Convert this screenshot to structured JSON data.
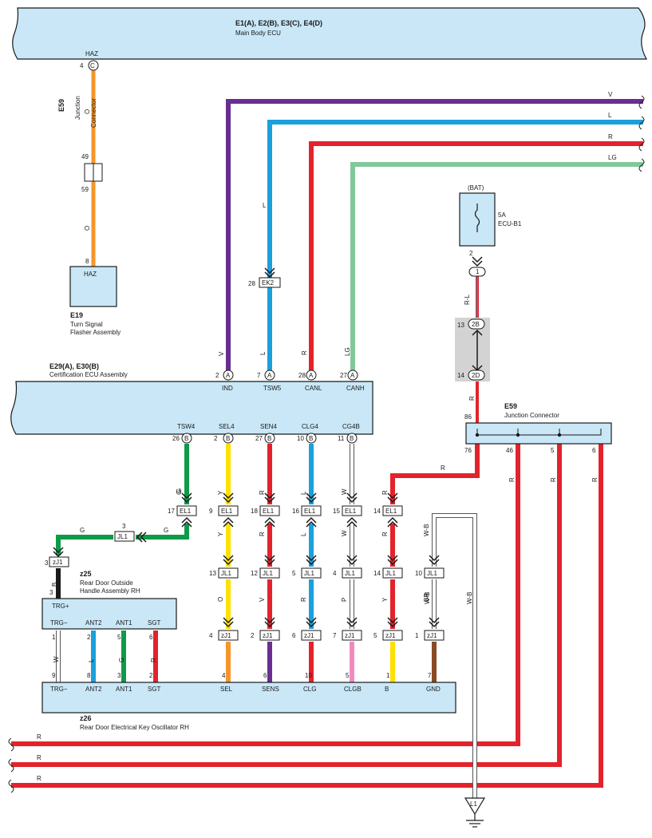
{
  "colors": {
    "V": "#6a2d91",
    "L": "#1aa0dc",
    "R": "#e3232b",
    "LG": "#82c79a",
    "O": "#f5962a",
    "G": "#0e9a48",
    "Y": "#ffe000",
    "W": "#ffffff",
    "P": "#f08bbd",
    "BR": "#8a4a24",
    "B": "#1a1a1a",
    "RL": "#e3232b",
    "WB": "#ffffff",
    "box": "#c9e7f7"
  },
  "main_body_ecu": {
    "code": "E1(A), E2(B), E3(C), E4(D)",
    "name": "Main Body ECU",
    "pin_label": "HAZ",
    "pin_num": "4",
    "pin_letter": "C"
  },
  "jc_e59_top": {
    "code": "E59",
    "name1": "Junction",
    "name2": "Connector",
    "pin_top": "49",
    "pin_bottom": "59"
  },
  "flasher": {
    "code": "E19",
    "name1": "Turn Signal",
    "name2": "Flasher Assembly",
    "pin_label": "HAZ",
    "pin_num": "8"
  },
  "wires_top": {
    "o1": "O",
    "o2": "O",
    "v": "V",
    "l": "L",
    "r": "R",
    "lg": "LG",
    "l_mid": "L",
    "ek2": "EK2",
    "ek2_pin": "28",
    "v_low": "V",
    "l_low": "L",
    "r_low": "R",
    "lg_low": "LG"
  },
  "fuse": {
    "bat": "(BAT)",
    "rating": "5A",
    "name": "ECU-B1",
    "pin": "2",
    "conn_pin": "1",
    "wire": "R-L",
    "jpin1_num": "13",
    "jpin1": "2B",
    "jpin2_num": "14",
    "jpin2": "2D",
    "wire2": "R"
  },
  "cert_ecu": {
    "code": "E29(A), E30(B)",
    "name": "Certification ECU Assembly",
    "top_pins": [
      {
        "num": "2",
        "letter": "A",
        "label": "IND"
      },
      {
        "num": "7",
        "letter": "A",
        "label": "TSW5"
      },
      {
        "num": "28",
        "letter": "A",
        "label": "CANL"
      },
      {
        "num": "27",
        "letter": "A",
        "label": "CANH"
      }
    ],
    "bottom_pins": [
      {
        "num": "26",
        "letter": "B",
        "label": "TSW4"
      },
      {
        "num": "2",
        "letter": "B",
        "label": "SEL4"
      },
      {
        "num": "27",
        "letter": "B",
        "label": "SEN4"
      },
      {
        "num": "10",
        "letter": "B",
        "label": "CLG4"
      },
      {
        "num": "11",
        "letter": "B",
        "label": "CG4B"
      }
    ]
  },
  "jc_e59": {
    "code": "E59",
    "name": "Junction Connector",
    "pin_in": "86",
    "pins_out": [
      "76",
      "46",
      "5",
      "6"
    ],
    "wire_76": "R",
    "wire_46": "R",
    "wire_5": "R",
    "wire_6": "R"
  },
  "el1_row": [
    {
      "num": "17",
      "label": "EL1",
      "wire": "G"
    },
    {
      "num": "9",
      "label": "EL1",
      "wire": "Y"
    },
    {
      "num": "18",
      "label": "EL1",
      "wire": "R"
    },
    {
      "num": "16",
      "label": "EL1",
      "wire": "L"
    },
    {
      "num": "15",
      "label": "EL1",
      "wire": "W"
    },
    {
      "num": "14",
      "label": "EL1",
      "wire": "R"
    }
  ],
  "jl1_row": [
    {
      "num": "13",
      "label": "JL1",
      "wire": "Y"
    },
    {
      "num": "12",
      "label": "JL1",
      "wire": "R"
    },
    {
      "num": "5",
      "label": "JL1",
      "wire": "L"
    },
    {
      "num": "4",
      "label": "JL1",
      "wire": "W"
    },
    {
      "num": "14",
      "label": "JL1",
      "wire": "R"
    },
    {
      "num": "10",
      "label": "JL1",
      "wire": "W-B"
    }
  ],
  "zj1_row": [
    {
      "num": "4",
      "label": "zJ1",
      "wire": "O"
    },
    {
      "num": "2",
      "label": "zJ1",
      "wire": "V"
    },
    {
      "num": "6",
      "label": "zJ1",
      "wire": "R"
    },
    {
      "num": "7",
      "label": "zJ1",
      "wire": "P"
    },
    {
      "num": "5",
      "label": "zJ1",
      "wire": "Y"
    },
    {
      "num": "1",
      "label": "zJ1",
      "wire": "BR"
    }
  ],
  "g_branch": {
    "jl1_num": "3",
    "jl1_label": "JL1",
    "wire_a": "G",
    "wire_b": "G",
    "zj1_num": "3",
    "zj1_label": "zJ1",
    "wire_c": "B",
    "wire_d": "G"
  },
  "handle": {
    "code": "z25",
    "name1": "Rear Door Outside",
    "name2": "Handle Assembly RH",
    "trg_plus": "TRG+",
    "trg_plus_num": "3",
    "pins": [
      {
        "num": "1",
        "label": "TRG−",
        "wire": "W"
      },
      {
        "num": "2",
        "label": "ANT2",
        "wire": "L"
      },
      {
        "num": "5",
        "label": "ANT1",
        "wire": "G"
      },
      {
        "num": "6",
        "label": "SGT",
        "wire": "R"
      }
    ]
  },
  "oscillator": {
    "code": "z26",
    "name": "Rear Door Electrical Key Oscillator RH",
    "pins": [
      {
        "num": "9",
        "label": "TRG−"
      },
      {
        "num": "8",
        "label": "ANT2"
      },
      {
        "num": "3",
        "label": "ANT1"
      },
      {
        "num": "2",
        "label": "SGT"
      },
      {
        "num": "4",
        "label": "SEL"
      },
      {
        "num": "6",
        "label": "SENS"
      },
      {
        "num": "10",
        "label": "CLG"
      },
      {
        "num": "5",
        "label": "CLGB"
      },
      {
        "num": "1",
        "label": "B"
      },
      {
        "num": "7",
        "label": "GND"
      }
    ]
  },
  "wb_label": "W-B",
  "wb_label2": "W-B",
  "ground": {
    "label": "L1"
  },
  "bottom_wires": [
    "R",
    "R",
    "R"
  ]
}
